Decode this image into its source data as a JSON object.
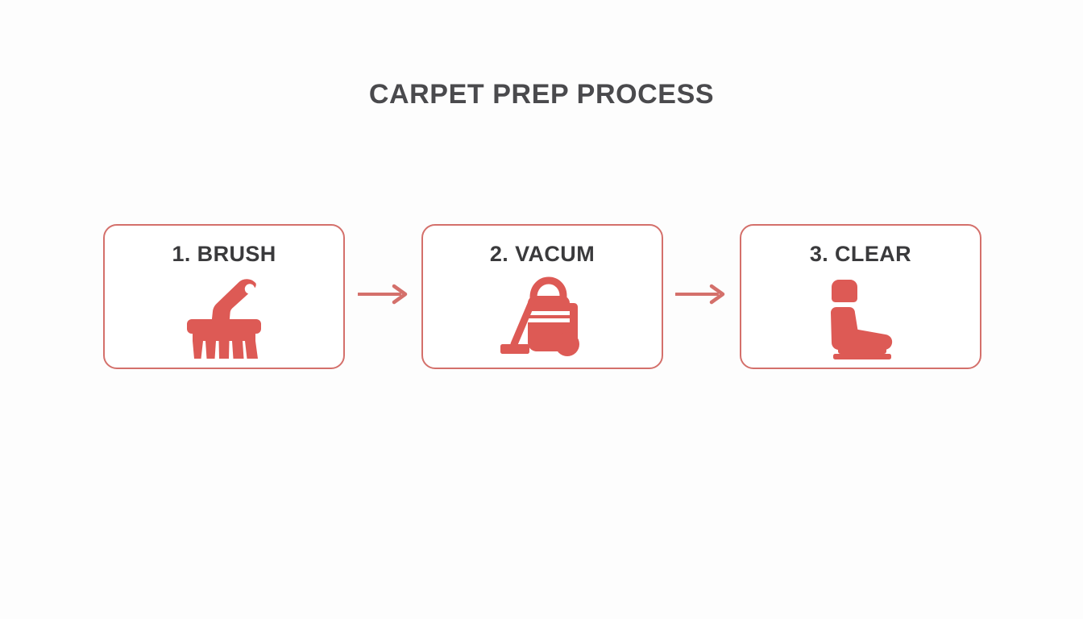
{
  "page": {
    "title": "CARPET PREP PROCESS",
    "background_color": "#fdfdfd",
    "title_color": "#4a4a4d"
  },
  "theme": {
    "accent_border": "#d4706b",
    "icon_fill": "#dd5a55",
    "arrow_color": "#d4706b",
    "label_color": "#3a3a3c",
    "card_background": "#ffffff"
  },
  "flow": {
    "steps": [
      {
        "label": "1. BRUSH",
        "number": "1",
        "name": "BRUSH",
        "icon": "brush-icon"
      },
      {
        "label": "2. VACUM",
        "number": "2",
        "name": "VACUM",
        "icon": "vacuum-icon"
      },
      {
        "label": "3. CLEAR",
        "number": "3",
        "name": "CLEAR",
        "icon": "car-seat-icon"
      }
    ],
    "connectors": [
      {
        "icon": "arrow-right-icon"
      },
      {
        "icon": "arrow-right-icon"
      }
    ]
  }
}
